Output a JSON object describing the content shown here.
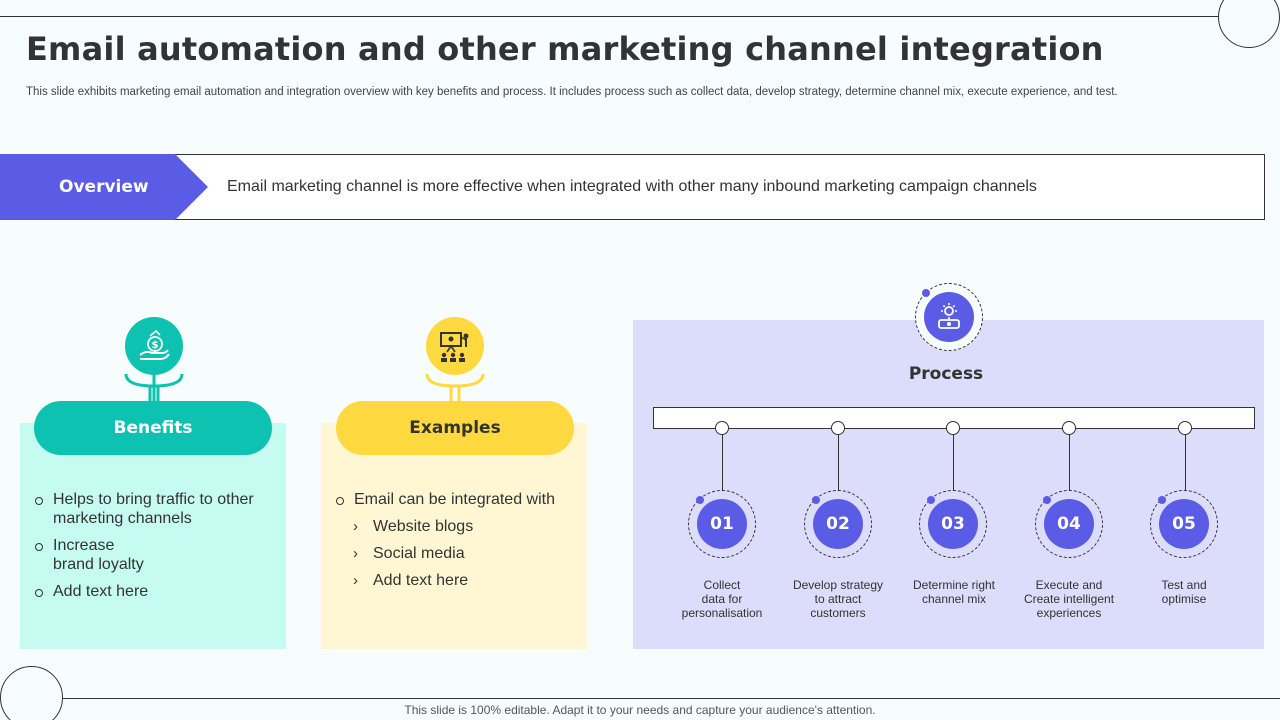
{
  "title": "Email automation and other marketing channel integration",
  "subtitle": "This slide exhibits marketing email automation and integration overview with key benefits and process. It includes process such as collect data, develop strategy, determine channel mix, execute experience, and test.",
  "overview": {
    "label": "Overview",
    "text": "Email marketing channel is more effective when integrated with other many inbound marketing campaign channels"
  },
  "benefits": {
    "heading": "Benefits",
    "icon": "money-hand-icon",
    "items": [
      {
        "line1": "Helps to bring traffic to other",
        "line2": "marketing channels"
      },
      {
        "line1": "Increase",
        "line2": "brand loyalty"
      },
      {
        "line1": "Add text here",
        "line2": ""
      }
    ]
  },
  "examples": {
    "heading": "Examples",
    "icon": "presentation-icon",
    "lead": "Email can be integrated with",
    "subitems": [
      "Website blogs",
      "Social media",
      "Add text here"
    ]
  },
  "process": {
    "heading": "Process",
    "icon": "gear-person-icon",
    "steps": [
      {
        "num": "01",
        "line1": "Collect",
        "line2": "data for",
        "line3": "personalisation"
      },
      {
        "num": "02",
        "line1": "Develop strategy",
        "line2": "to attract",
        "line3": "customers"
      },
      {
        "num": "03",
        "line1": "Determine right",
        "line2": "channel mix",
        "line3": ""
      },
      {
        "num": "04",
        "line1": "Execute and",
        "line2": "Create intelligent",
        "line3": "experiences"
      },
      {
        "num": "05",
        "line1": "Test and",
        "line2": "optimise",
        "line3": ""
      }
    ]
  },
  "footer": "This slide is 100% editable. Adapt it to your needs and capture your audience's attention.",
  "colors": {
    "accent": "#5b5ce6",
    "teal": "#0ec2b1",
    "yellow": "#ffd93f",
    "benefits_bg": "#c6fbf2",
    "examples_bg": "#fff7d4",
    "process_bg": "#dcdcfb"
  }
}
